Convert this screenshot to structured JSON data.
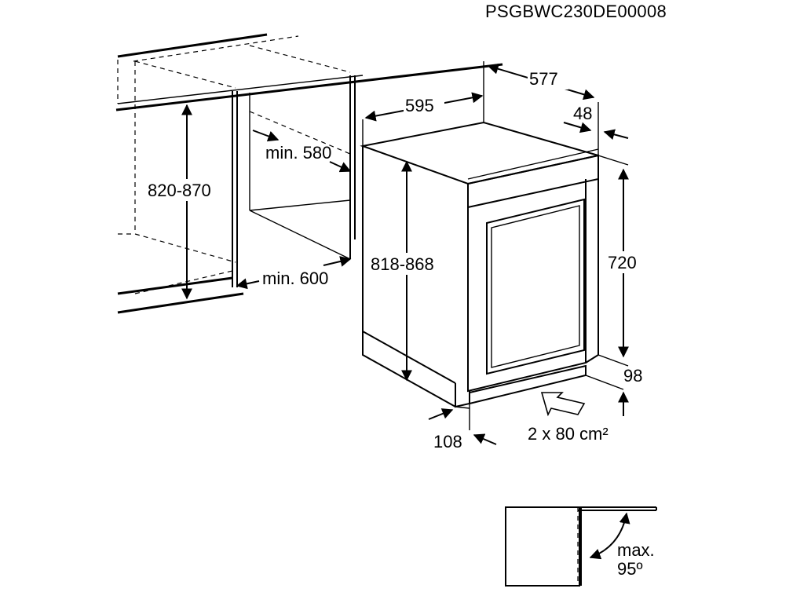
{
  "document_code": "PSGBWC230DE00008",
  "dimensions": {
    "cabinet_depth": "577",
    "cabinet_width": "595",
    "top_offset": "48",
    "niche_height": "820-870",
    "niche_depth_min": "min. 580",
    "niche_width_min": "min. 600",
    "appliance_height": "818-868",
    "door_height": "720",
    "plinth_height": "98",
    "plinth_depth": "108",
    "ventilation": "2 x 80 cm²"
  },
  "door_opening": {
    "line1": "max.",
    "line2": "95º"
  }
}
